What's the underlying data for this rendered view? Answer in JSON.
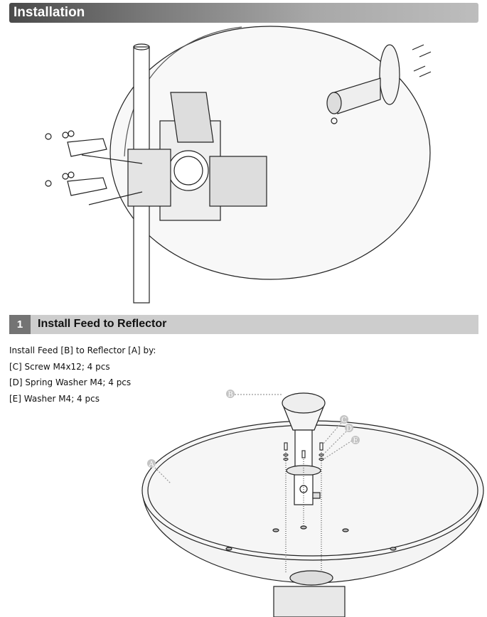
{
  "header": {
    "title": "Installation"
  },
  "step": {
    "number": "1",
    "title": "Install Feed to Reflector",
    "lines": [
      "Install Feed [B] to Reflector [A] by:",
      "[C] Screw M4x12; 4 pcs",
      "[D] Spring Washer M4; 4 pcs",
      "[E] Washer M4; 4 pcs"
    ]
  },
  "callouts": {
    "a": "A",
    "b": "B",
    "c": "C",
    "d": "D",
    "e": "E"
  }
}
